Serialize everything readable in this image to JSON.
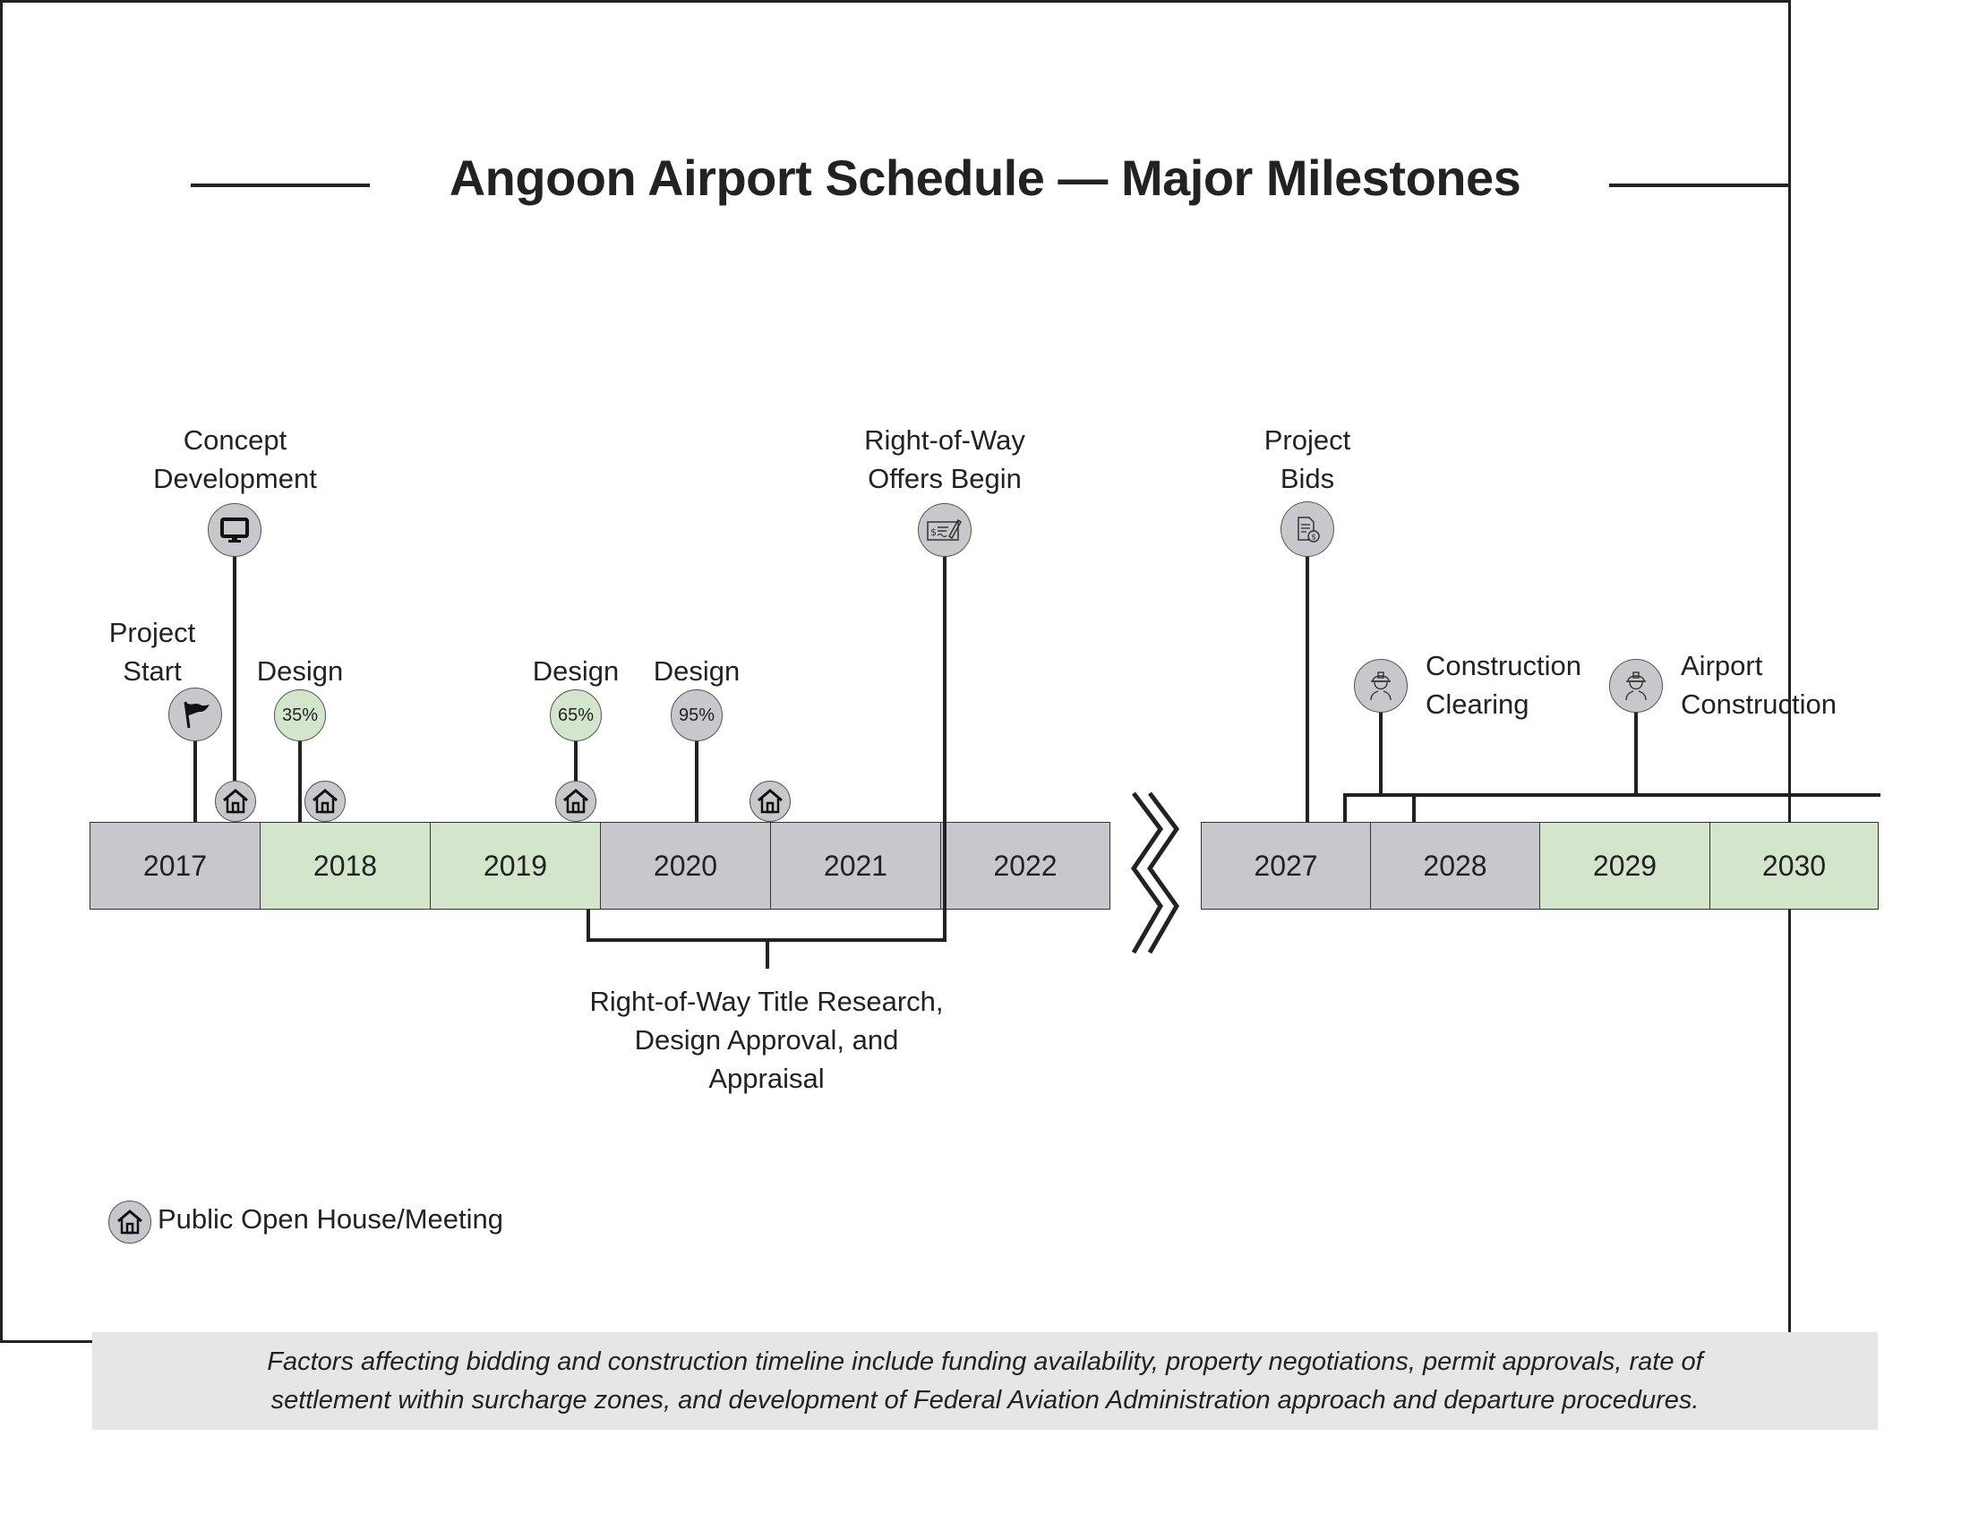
{
  "title": "Angoon Airport Schedule — Major Milestones",
  "colors": {
    "gray_year": "#c8c8cc",
    "green_year": "#d3e6cc",
    "line": "#222222",
    "footer_bg": "#e6e6e6"
  },
  "timeline": {
    "left_years": [
      {
        "label": "2017",
        "fill": "gray"
      },
      {
        "label": "2018",
        "fill": "green"
      },
      {
        "label": "2019",
        "fill": "green"
      },
      {
        "label": "2020",
        "fill": "gray"
      },
      {
        "label": "2021",
        "fill": "gray"
      },
      {
        "label": "2022",
        "fill": "gray"
      }
    ],
    "break_symbol": "zigzag-break",
    "right_years": [
      {
        "label": "2027",
        "fill": "gray"
      },
      {
        "label": "2028",
        "fill": "gray"
      },
      {
        "label": "2029",
        "fill": "green"
      },
      {
        "label": "2030",
        "fill": "green"
      }
    ]
  },
  "milestones": {
    "project_start": {
      "line1": "Project",
      "line2": "Start",
      "icon": "flag-icon",
      "year": "2017"
    },
    "concept_development": {
      "line1": "Concept",
      "line2": "Development",
      "icon": "monitor-icon",
      "year": "2017"
    },
    "design_35": {
      "label": "Design",
      "badge": "35%",
      "year": "2018"
    },
    "design_65": {
      "label": "Design",
      "badge": "65%",
      "year": "2019"
    },
    "design_95": {
      "label": "Design",
      "badge": "95%",
      "year": "2020"
    },
    "row_offers": {
      "line1": "Right-of-Way",
      "line2": "Offers Begin",
      "icon": "check-payment-icon",
      "year": "2021"
    },
    "project_bids": {
      "line1": "Project",
      "line2": "Bids",
      "icon": "bid-document-icon",
      "year": "2027"
    },
    "construction_clearing": {
      "line1": "Construction",
      "line2": "Clearing",
      "icon": "construction-worker-icon",
      "year": "2027-2028"
    },
    "airport_construction": {
      "line1": "Airport",
      "line2": "Construction",
      "icon": "construction-worker-icon",
      "year": "2028-2030"
    }
  },
  "public_meetings": [
    {
      "year": "2017",
      "icon": "house-icon"
    },
    {
      "year": "2018",
      "icon": "house-icon"
    },
    {
      "year": "2019",
      "icon": "house-icon"
    },
    {
      "year": "2021",
      "icon": "house-icon"
    }
  ],
  "span_labels": {
    "row_research": {
      "line1": "Right-of-Way Title Research,",
      "line2": "Design Approval, and",
      "line3": "Appraisal",
      "span": "2019-2021"
    }
  },
  "legend": {
    "icon": "house-icon",
    "label": "Public Open House/Meeting"
  },
  "footer": {
    "line1": "Factors affecting bidding and construction timeline include funding availability, property negotiations, permit approvals, rate of",
    "line2": "settlement within surcharge zones, and development of Federal Aviation Administration approach and departure procedures."
  }
}
